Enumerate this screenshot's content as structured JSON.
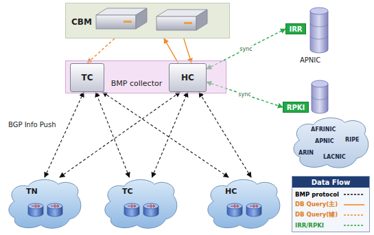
{
  "diagram": {
    "nodes": [
      {
        "text": [
          "CBM"
        ]
      },
      {
        "text": [
          "BMP collector"
        ]
      },
      {
        "text": [
          "TC"
        ],
        "in": 1
      },
      {
        "text": [
          "HC"
        ],
        "in": 1
      },
      {
        "text": [
          "IRR"
        ]
      },
      {
        "text": [
          "RPKI"
        ]
      },
      {
        "text": [
          "AFRINIC",
          "RIPE",
          "APNIC",
          "ARIN",
          "LACNIC"
        ]
      },
      {
        "text": [
          "TN"
        ]
      },
      {
        "text": [
          "TC"
        ]
      },
      {
        "text": [
          "HC"
        ]
      }
    ],
    "edges": [
      {
        "from": 0,
        "to": 2,
        "arrow": "to"
      },
      {
        "from": 3,
        "to": 0,
        "arrow": "to"
      },
      {
        "from": 0,
        "to": 3,
        "arrow": "to"
      },
      {
        "from": 3,
        "to": 4,
        "label": "sync",
        "arrow": "both"
      },
      {
        "from": 3,
        "to": 5,
        "label": "sync",
        "arrow": "both"
      },
      {
        "from": 7,
        "to": 2,
        "arrow": "both"
      },
      {
        "from": 7,
        "to": 3,
        "arrow": "both"
      },
      {
        "from": 8,
        "to": 2,
        "arrow": "both"
      },
      {
        "from": 8,
        "to": 3,
        "arrow": "both"
      },
      {
        "from": 9,
        "to": 2,
        "arrow": "both"
      },
      {
        "from": 9,
        "to": 3,
        "arrow": "both"
      }
    ],
    "labels": [
      "APNIC",
      "BGP Info Push",
      "Data Flow"
    ],
    "legend": [
      {
        "text": "BMP protocol"
      },
      {
        "text": "DB Query(主)"
      },
      {
        "text": "DB Query(辅)"
      },
      {
        "text": "IRR/RPKI"
      }
    ]
  }
}
